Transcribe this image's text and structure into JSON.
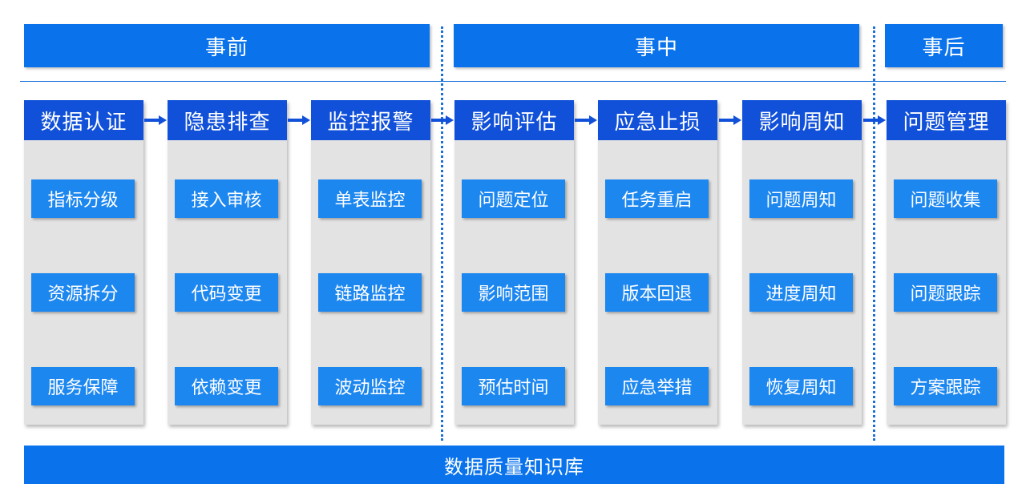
{
  "phases": [
    {
      "label": "事前"
    },
    {
      "label": "事中"
    },
    {
      "label": "事后"
    }
  ],
  "columns": [
    {
      "header": "数据认证",
      "items": [
        "指标分级",
        "资源拆分",
        "服务保障"
      ]
    },
    {
      "header": "隐患排查",
      "items": [
        "接入审核",
        "代码变更",
        "依赖变更"
      ]
    },
    {
      "header": "监控报警",
      "items": [
        "单表监控",
        "链路监控",
        "波动监控"
      ]
    },
    {
      "header": "影响评估",
      "items": [
        "问题定位",
        "影响范围",
        "预估时间"
      ]
    },
    {
      "header": "应急止损",
      "items": [
        "任务重启",
        "版本回退",
        "应急举措"
      ]
    },
    {
      "header": "影响周知",
      "items": [
        "问题周知",
        "进度周知",
        "恢复周知"
      ]
    },
    {
      "header": "问题管理",
      "items": [
        "问题收集",
        "问题跟踪",
        "方案跟踪"
      ]
    }
  ],
  "footer": {
    "label": "数据质量知识库"
  },
  "colors": {
    "phase_bg": "#0a73ec",
    "header_bg": "#1150d9",
    "item_bg": "#1d87f0",
    "column_bg": "#e3e3e3",
    "arrow": "#1150d9"
  }
}
